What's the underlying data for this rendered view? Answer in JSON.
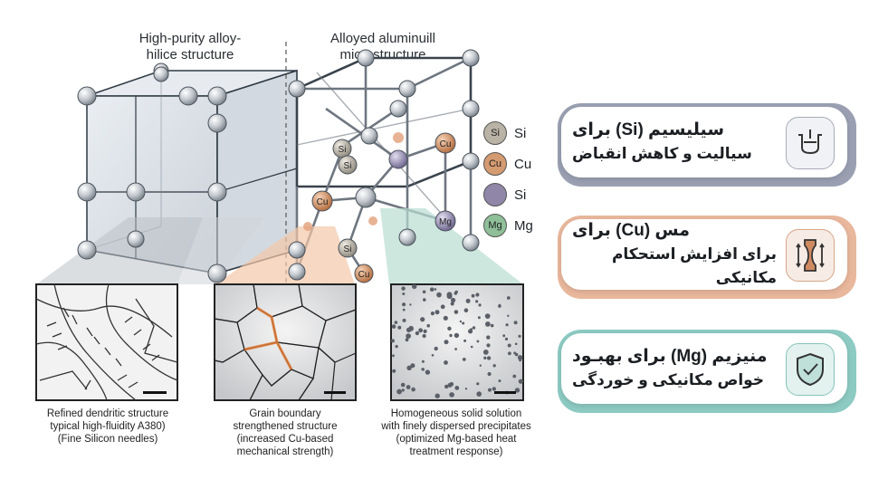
{
  "left_heading": [
    "High-purity alloy-",
    "hilice structure"
  ],
  "right_heading": [
    "Alloyed aluminuill",
    "microstructure"
  ],
  "atom_labels": {
    "si": "Si",
    "cu": "Cu",
    "mg": "Mg"
  },
  "legend": [
    {
      "symbol": "Si",
      "label": "Si",
      "color": "#b9b3a6"
    },
    {
      "symbol": "Cu",
      "label": "Cu",
      "color": "#d49a70"
    },
    {
      "symbol": "",
      "label": "Si",
      "color": "#8f86a8"
    },
    {
      "symbol": "Mg",
      "label": "Mg",
      "color": "#8fbf98"
    }
  ],
  "insets": [
    {
      "caption": [
        "Refined dendritic structure",
        "typical high-fluidity A380)",
        "(Fine Silicon needles)"
      ]
    },
    {
      "caption": [
        "Grain boundary",
        "strengthened structure",
        "(increased  Cu-based",
        "mechanical strength)"
      ]
    },
    {
      "caption": [
        "Homogeneous solid solution",
        "with finely dispersed precipitates",
        "(optimized Mg-based heat",
        "treatment response)"
      ]
    }
  ],
  "cards": [
    {
      "line1": "سیلیسیم (Si) برای",
      "line2": "سیالیت و کاهش انقباض",
      "accent": "#8d93a6",
      "icon": "crucible-icon"
    },
    {
      "line1": "مس (Cu) برای",
      "line2": "برای افزایش استحکام مکانیکی",
      "accent": "#e2a78a",
      "icon": "tensile-specimen-icon"
    },
    {
      "line1": "منیزیم (Mg) برای بهبـود",
      "line2": "خواص مکانیکی و خوردگی",
      "accent": "#7fc3bb",
      "icon": "shield-check-icon"
    }
  ]
}
